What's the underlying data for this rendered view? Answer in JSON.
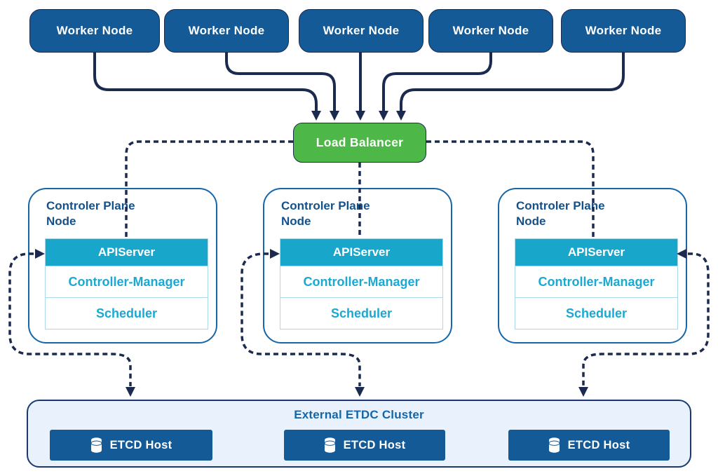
{
  "workers": [
    {
      "label": "Worker Node"
    },
    {
      "label": "Worker Node"
    },
    {
      "label": "Worker Node"
    },
    {
      "label": "Worker Node"
    },
    {
      "label": "Worker Node"
    }
  ],
  "load_balancer": {
    "label": "Load Balancer"
  },
  "controller_planes": [
    {
      "title": "Controler Plane Node",
      "components": [
        "APIServer",
        "Controller-Manager",
        "Scheduler"
      ]
    },
    {
      "title": "Controler Plane Node",
      "components": [
        "APIServer",
        "Controller-Manager",
        "Scheduler"
      ]
    },
    {
      "title": "Controler Plane Node",
      "components": [
        "APIServer",
        "Controller-Manager",
        "Scheduler"
      ]
    }
  ],
  "etcd_cluster": {
    "title": "External ETDC Cluster",
    "hosts": [
      {
        "label": "ETCD Host"
      },
      {
        "label": "ETCD Host"
      },
      {
        "label": "ETCD Host"
      }
    ]
  },
  "colors": {
    "node_blue": "#135A96",
    "navy": "#1B2B50",
    "green": "#4DB848",
    "teal": "#18A6CA",
    "teal_text": "#1BA8D2",
    "light_blue_bg": "#E9F2FC",
    "title_blue": "#145089",
    "cluster_title_blue": "#1566A8",
    "table_border": "#ABD9E9"
  }
}
